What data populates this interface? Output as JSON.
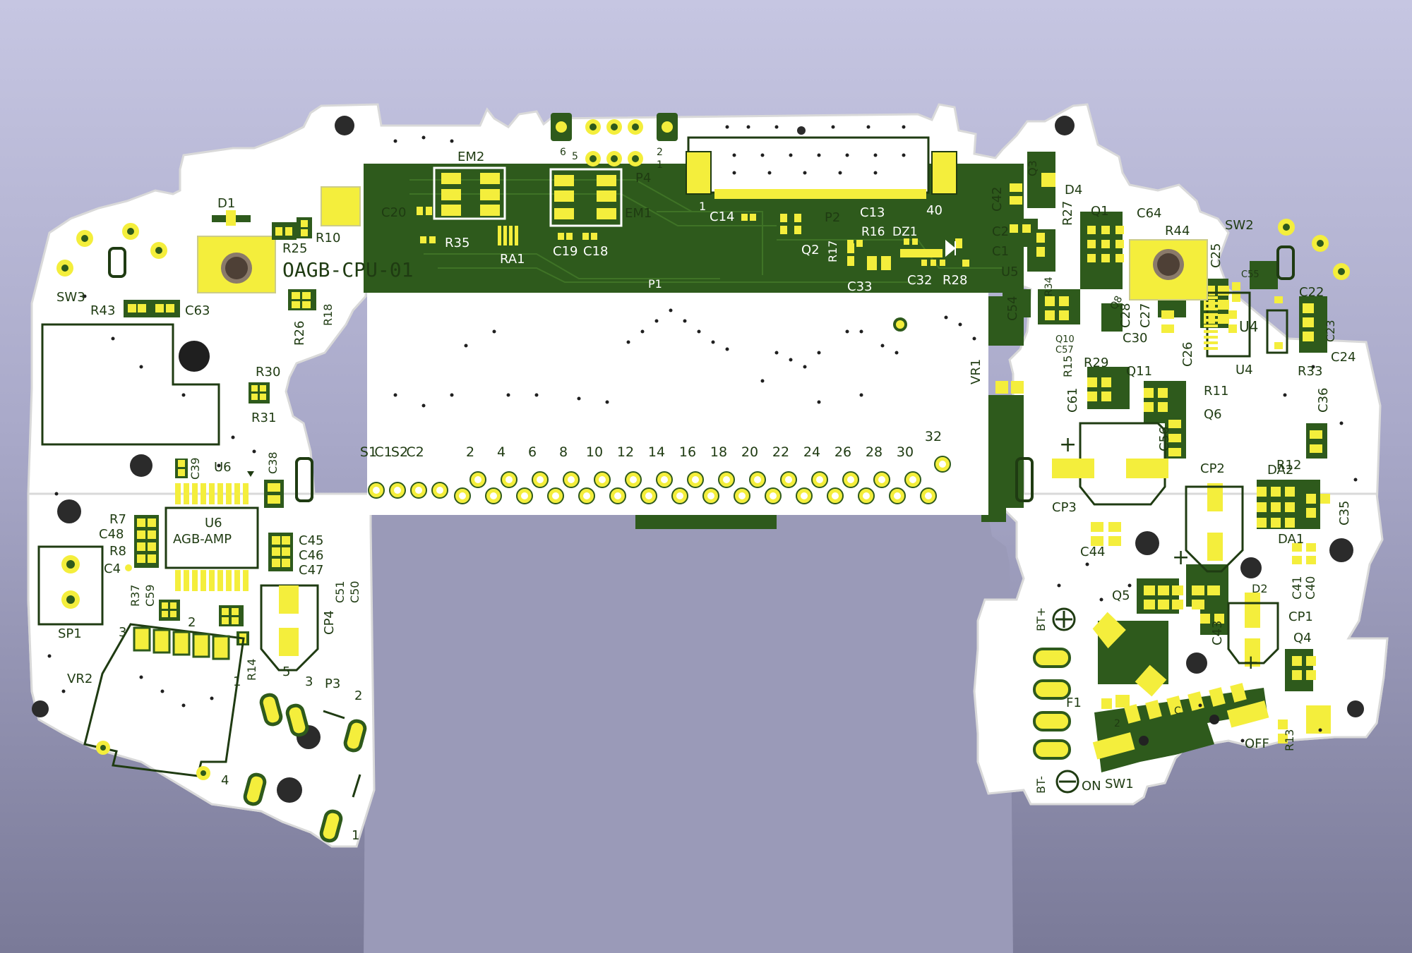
{
  "board": {
    "name": "OAGB-CPU-01",
    "colors": {
      "board": "#ffffff",
      "mask": "#2e5a1c",
      "pad": "#f4ee3c",
      "silk": "#1f3b12",
      "background_top": "#c6c6e2",
      "background_bottom": "#7a7a98"
    }
  },
  "cart_pin_numbers": [
    "S1",
    "C1",
    "S2",
    "C2",
    "2",
    "4",
    "6",
    "8",
    "10",
    "12",
    "14",
    "16",
    "18",
    "20",
    "22",
    "24",
    "26",
    "28",
    "30",
    "32"
  ],
  "labels": {
    "em2": "EM2",
    "em1": "EM1",
    "c20": "C20",
    "r35": "R35",
    "ra1": "RA1",
    "c19": "C19",
    "c18": "C18",
    "p4": "P4",
    "p4_6": "6",
    "p4_5": "5",
    "p4_2": "2",
    "p4_1": "1",
    "p2": "P2",
    "p2_1": "1",
    "p2_40": "40",
    "c14": "C14",
    "c13": "C13",
    "q2": "Q2",
    "r17": "R17",
    "r16": "R16",
    "dz1": "DZ1",
    "c33": "C33",
    "c32": "C32",
    "r28": "R28",
    "p1": "P1",
    "c42": "C42",
    "q3": "Q3",
    "d4": "D4",
    "r27": "R27",
    "q1": "Q1",
    "c64": "C64",
    "r44": "R44",
    "sw2": "SW2",
    "c2": "C2",
    "c1": "C1",
    "u5": "U5",
    "c25": "C25",
    "c55": "C55",
    "c22": "C22",
    "r34": "R34",
    "q8": "Q8",
    "c54": "C54",
    "c28": "C28",
    "c27": "C27",
    "c23": "C23",
    "u4_top": "U4",
    "c24": "C24",
    "c57": "C57",
    "q10": "Q10",
    "c30b": "C30",
    "c26": "C26",
    "u4": "U4",
    "r33": "R33",
    "r15": "R15",
    "r29": "R29",
    "q11": "Q11",
    "r11": "R11",
    "c61": "C61",
    "vr1": "VR1",
    "c36": "C36",
    "q6": "Q6",
    "c56": "C56",
    "cp2": "CP2",
    "da2": "DA2",
    "r12": "R12",
    "c35": "C35",
    "cp3": "CP3",
    "c44": "C44",
    "da1": "DA1",
    "c41": "C41",
    "c40": "C40",
    "q5": "Q5",
    "d2": "D2",
    "f1": "F1",
    "c43": "C43",
    "cp1": "CP1",
    "bt_plus": "BT+",
    "q4": "Q4",
    "bt_minus": "BT-",
    "on": "ON",
    "sw1": "SW1",
    "off": "OFF",
    "r13": "R13",
    "sw1_2": "2",
    "sw1_c": "C",
    "d1": "D1",
    "r25": "R25",
    "r10": "R10",
    "sw3": "SW3",
    "r43": "R43",
    "c63": "C63",
    "r26": "R26",
    "r18": "R18",
    "r30": "R30",
    "r31": "R31",
    "c39": "C39",
    "u6": "U6",
    "c38": "C38",
    "u6_amp": "U6",
    "agb_amp": "AGB-AMP",
    "r7": "R7",
    "c48": "C48",
    "r8": "R8",
    "c4": "C4",
    "c45": "C45",
    "c46": "C46",
    "c47": "C47",
    "c51": "C51",
    "c50": "C50",
    "sp1": "SP1",
    "r37": "R37",
    "c59": "C59",
    "cp4": "CP4",
    "vr2_3": "3",
    "vr2_2": "2",
    "vr2": "VR2",
    "r14": "R14",
    "vr2_1": "1",
    "vr2_4": "4",
    "p3": "P3",
    "p3_5": "5",
    "p3_3": "3",
    "p3_2": "2",
    "p3_1": "1",
    "plus": "+",
    "plus2": "+",
    "plus3": "+"
  }
}
